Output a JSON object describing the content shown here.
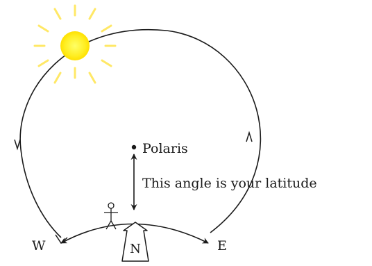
{
  "labels": {
    "star": "Polaris",
    "angle_note": "This angle is your latitude",
    "west": "W",
    "east": "E",
    "north": "N"
  },
  "icons": {
    "sun": "sun-icon",
    "observer": "stick-figure-icon",
    "north_marker": "north-arrow-icon"
  },
  "colors": {
    "sun_fill": "#ffee22",
    "sun_rays": "#ffe866",
    "line": "#1a1a1a",
    "background": "#ffffff"
  }
}
